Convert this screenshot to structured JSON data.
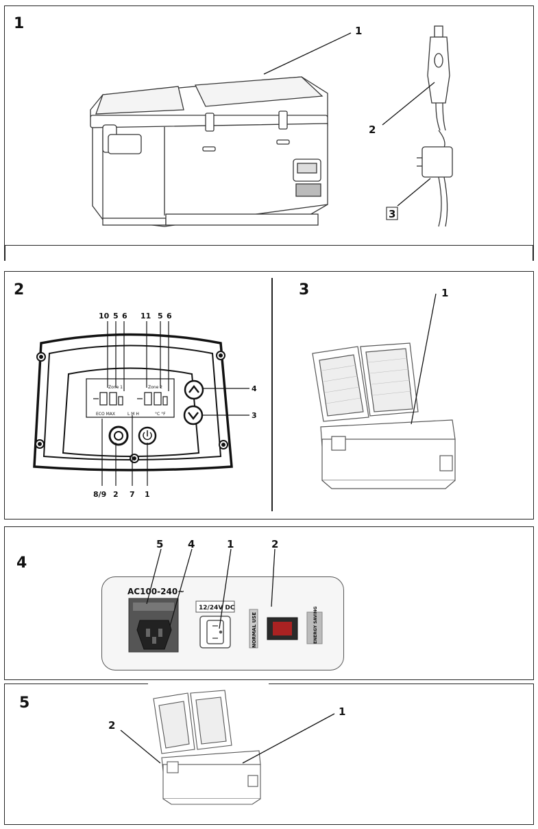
{
  "panels": [
    {
      "number": "1",
      "callouts": [
        "1",
        "2",
        "3"
      ]
    },
    {
      "number": "2",
      "callouts": [
        "10",
        "5",
        "6",
        "11",
        "5",
        "6",
        "4",
        "3",
        "8/9",
        "2",
        "7",
        "1"
      ],
      "lcd": {
        "zone1": "Zone 1",
        "zone2": "Zone 2",
        "eco_max": "ECO  MAX",
        "lmh": "L M H",
        "unit": "°C °F"
      }
    },
    {
      "number": "3",
      "callouts": [
        "1"
      ]
    },
    {
      "number": "4",
      "callouts": [
        "5",
        "4",
        "1",
        "2"
      ],
      "labels": {
        "ac": "AC100-240~",
        "dc": "12/24V DC",
        "normal": "NORMAL USE",
        "energy": "ENERGY SAVING"
      }
    },
    {
      "number": "5",
      "callouts": [
        "2",
        "1"
      ]
    }
  ]
}
